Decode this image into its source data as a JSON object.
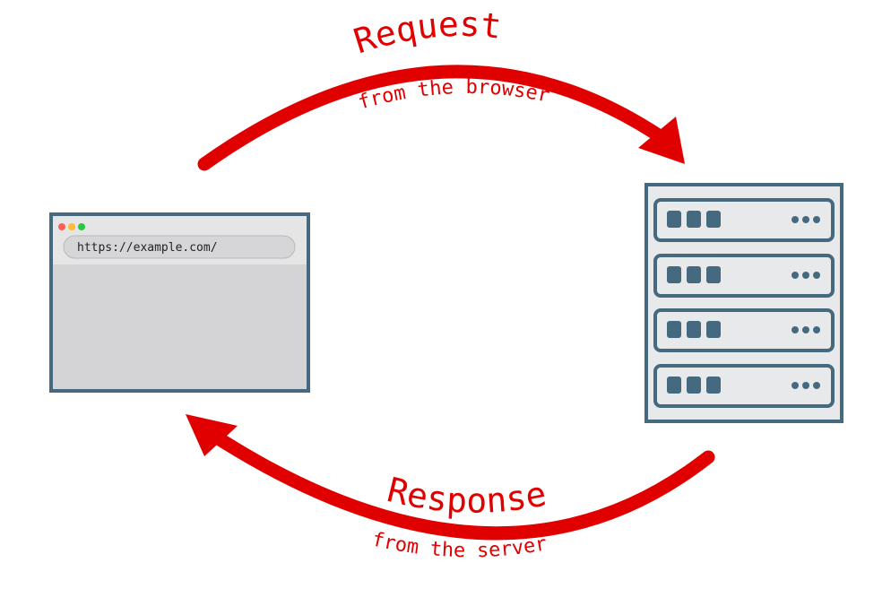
{
  "browser": {
    "url": "https://example.com/"
  },
  "request": {
    "label": "Request",
    "sublabel": "from the browser"
  },
  "response": {
    "label": "Response",
    "sublabel": "from the server"
  },
  "server": {
    "units": [
      {
        "status": "active"
      },
      {
        "status": "active"
      },
      {
        "status": "active"
      },
      {
        "status": "active"
      }
    ]
  },
  "colors": {
    "arrow": "#e00000",
    "frame": "#456a80",
    "browser_body": "#d4d4d6",
    "browser_toolbar": "#e5e5e5",
    "server_body": "#e8e9eb",
    "dot_red": "#ff5f57",
    "dot_yellow": "#febc2e",
    "dot_green": "#28c840"
  }
}
